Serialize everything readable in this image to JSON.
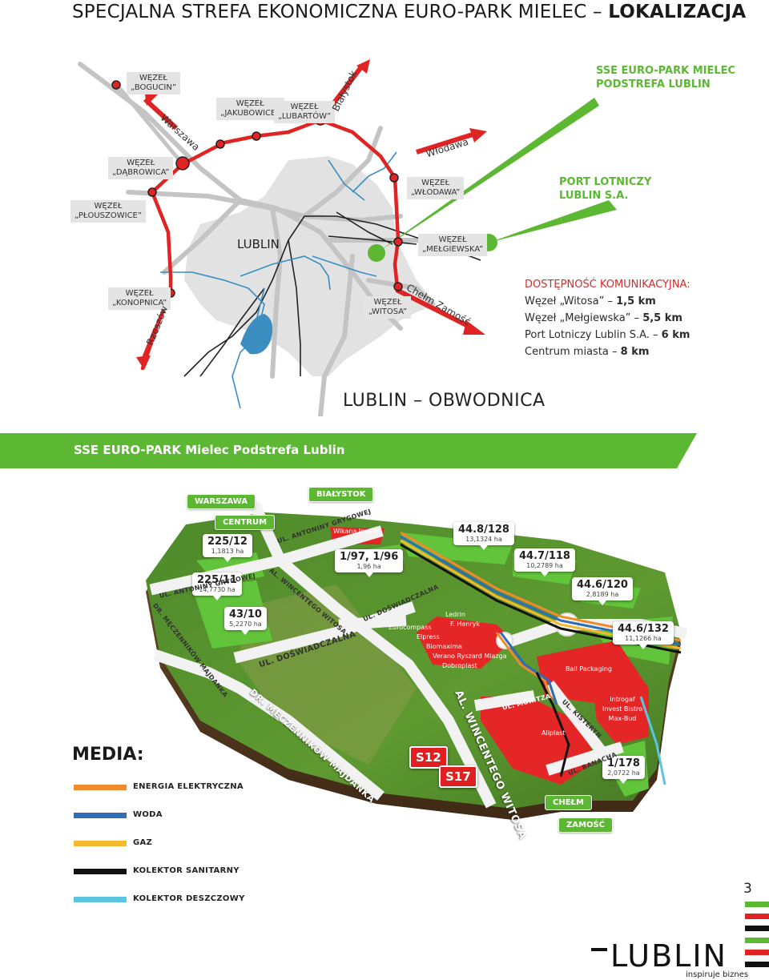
{
  "title": {
    "light": "SPECJALNA STREFA EKONOMICZNA EURO-PARK MIELEC – ",
    "bold": "LOKALIZACJA"
  },
  "map": {
    "city_label": "LUBLIN",
    "nodes": {
      "bogucin": "WĘZEŁ\n„BOGUCIN”",
      "jakubowice": "WĘZEŁ\n„JAKUBOWICE”",
      "lubartow": "WĘZEŁ\n„LUBARTÓW”",
      "dabrowica": "WĘZEŁ\n„DĄBROWICA”",
      "plouszowice": "WĘZEŁ\n„PŁOUSZOWICE”",
      "wlodawa": "WĘZEŁ\n„WŁODAWA”",
      "melgiewska": "WĘZEŁ\n„MEŁGIEWSKA”",
      "konopnica": "WĘZEŁ\n„KONOPNICA”",
      "witosa": "WĘZEŁ\n„WITOSA”"
    },
    "directions": {
      "warszawa": "Warszawa",
      "bialystok": "Białystok",
      "wlodawa": "Włodawa",
      "chelm": "Chełm Zamość",
      "rzeszow": "Rzeszów"
    },
    "sse_label": "SSE EURO-PARK MIELEC\nPODSTREFA LUBLIN",
    "airport_label": "PORT LOTNICZY\nLUBLIN S.A.",
    "access": {
      "heading": "DOSTĘPNOŚĆ KOMUNIKACYJNA:",
      "rows": [
        {
          "name": "Węzeł „Witosa” – ",
          "value": "1,5 km"
        },
        {
          "name": "Węzeł „Mełgiewska” – ",
          "value": "5,5 km"
        },
        {
          "name": "Port Lotniczy Lublin S.A. – ",
          "value": "6 km"
        },
        {
          "name": "Centrum miasta – ",
          "value": "8 km"
        }
      ]
    },
    "ring_caption": "LUBLIN – OBWODNICA",
    "colors": {
      "ring": "#e02424",
      "green": "#5cb833",
      "river": "#3a8fc0",
      "gray": "#c9c9c9",
      "rail": "#222222"
    }
  },
  "banner": {
    "text": "SSE EURO-PARK Mielec Podstrefa Lublin"
  },
  "aerial": {
    "tags": {
      "warszawa": "WARSZAWA",
      "bialystok": "BIAŁYSTOK",
      "centrum": "CENTRUM",
      "chelm": "CHEŁM",
      "zamosc": "ZAMOŚĆ"
    },
    "plots": [
      {
        "id": "225/12",
        "area": "1,1813 ha"
      },
      {
        "id": "225/11",
        "area": "14,7730 ha"
      },
      {
        "id": "43/10",
        "area": "5,2270 ha"
      },
      {
        "id": "1/97, 1/96",
        "area": "1,96 ha"
      },
      {
        "id": "44.8/128",
        "area": "13,1324 ha"
      },
      {
        "id": "44.7/118",
        "area": "10,2789 ha"
      },
      {
        "id": "44.6/120",
        "area": "2,8189 ha"
      },
      {
        "id": "44.6/132",
        "area": "11,1266 ha"
      },
      {
        "id": "1/178",
        "area": "2,0722 ha"
      }
    ],
    "companies": {
      "wikana": "Wikana Invest",
      "ledrin": "Ledrin",
      "henryk": "F. Henryk",
      "eurocompass": "Eurocompass",
      "elpress": "Elpress",
      "biomaxima": "Biomaxima",
      "verano": "Verano Ryszard Miazga",
      "dobroplast": "Dobroplast",
      "bail": "Bail Packaging",
      "introgaf": "Introgaf\nInvest Bistro\nMax-Bud",
      "aliplast": "Aliplast"
    },
    "streets": {
      "antoniny": "UL. ANTONINY GRYGOWEJ",
      "antoniny2": "UL. ANTONINY GRYGOWEJ",
      "witosa_small": "AL. WINCENTEGO WITOSA",
      "doswiadczalna1": "UL. DOŚWIADCZALNA",
      "doswiadczalna2": "UL. DOŚWIADCZALNA",
      "majdanka1": "DR. MĘCZENNIKÓW MAJDANKA",
      "majdanka2": "DR. MĘCZENNIKÓW MAJDANKA",
      "witosa_big": "AL. WINCENTEGO WITOSA",
      "moritza": "UL. MORITZA",
      "kisteryn": "UL. KISTERYN",
      "banacha": "UL. BANACHA"
    },
    "road_signs": {
      "s12": "S12",
      "s17": "S17"
    }
  },
  "media": {
    "title": "MEDIA:",
    "items": [
      {
        "label": "ENERGIA ELEKTRYCZNA",
        "color": "#f08a2c"
      },
      {
        "label": "WODA",
        "color": "#2f6db5"
      },
      {
        "label": "GAZ",
        "color": "#f5b82e"
      },
      {
        "label": "KOLEKTOR SANITARNY",
        "color": "#111111"
      },
      {
        "label": "KOLEKTOR DESZCZOWY",
        "color": "#5bc4e0"
      }
    ]
  },
  "footer": {
    "page_number": "3",
    "logo": "LUBLIN",
    "logo_tagline": "inspiruje biznes",
    "stripe_colors": [
      "#5cb833",
      "#e02424",
      "#111111",
      "#5cb833",
      "#e02424",
      "#111111"
    ]
  }
}
